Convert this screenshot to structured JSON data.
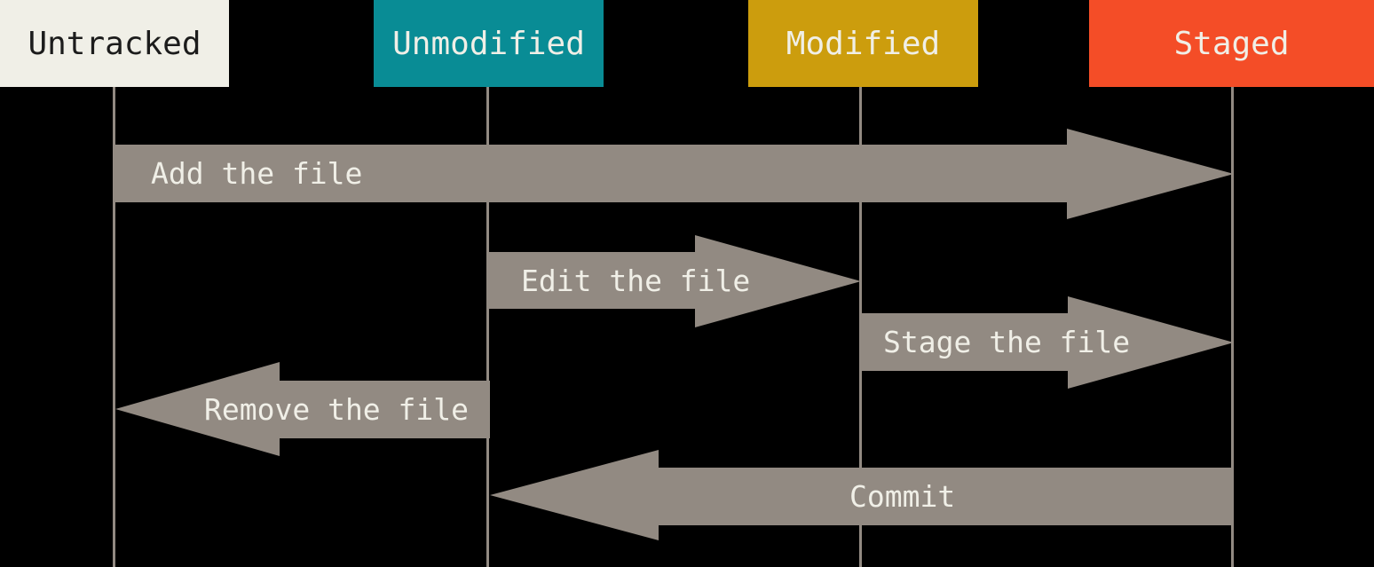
{
  "diagram": {
    "name": "git-file-status-lifecycle",
    "states": [
      {
        "label": "Untracked",
        "color": "#f0efe7",
        "text_color": "#1c1c1c"
      },
      {
        "label": "Unmodified",
        "color": "#098c95",
        "text_color": "#f0efe7"
      },
      {
        "label": "Modified",
        "color": "#cc9d0d",
        "text_color": "#f0efe7"
      },
      {
        "label": "Staged",
        "color": "#f44d27",
        "text_color": "#f0efe7"
      }
    ],
    "transitions": [
      {
        "label": "Add the file",
        "from": "Untracked",
        "to": "Staged",
        "direction": "right"
      },
      {
        "label": "Edit the file",
        "from": "Unmodified",
        "to": "Modified",
        "direction": "right"
      },
      {
        "label": "Stage the file",
        "from": "Modified",
        "to": "Staged",
        "direction": "right"
      },
      {
        "label": "Remove the file",
        "from": "Unmodified",
        "to": "Untracked",
        "direction": "left"
      },
      {
        "label": "Commit",
        "from": "Staged",
        "to": "Unmodified",
        "direction": "left"
      }
    ],
    "colors": {
      "background": "#000000",
      "arrow": "#928a82",
      "lifeline": "#928a82",
      "arrow_label_text": "#f0efe7"
    }
  }
}
